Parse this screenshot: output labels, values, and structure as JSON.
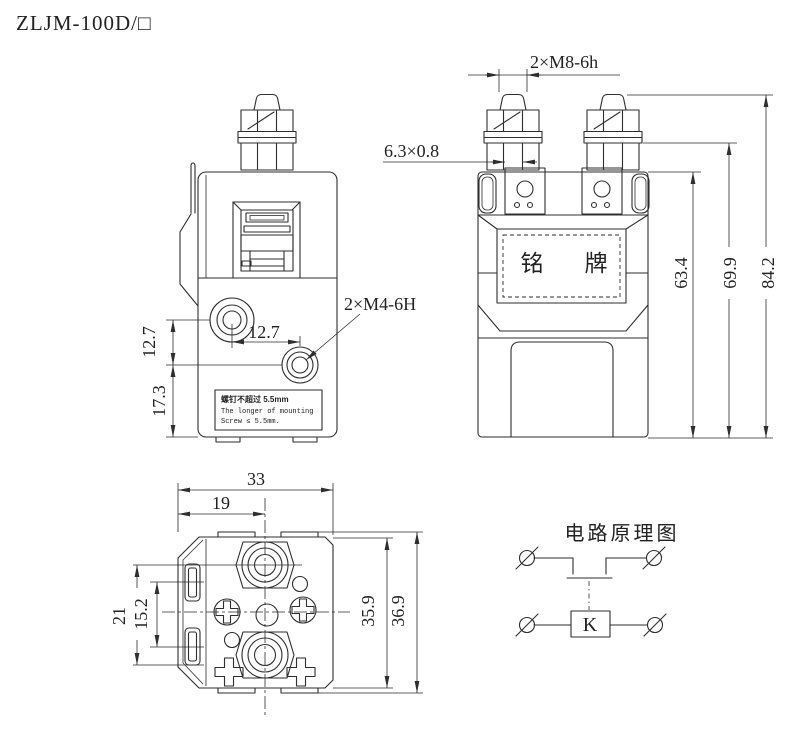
{
  "page": {
    "title": "ZLJM-100D/□"
  },
  "colors": {
    "ink": "#2e2e2e",
    "background": "#ffffff"
  },
  "front_view": {
    "thread_note": "2×M4-6H",
    "mounting_note": {
      "line1": "螺钉不超过 5.5mm",
      "line2": "The longer of mounting",
      "line3": "Screw ≤ 5.5mm."
    },
    "dims": {
      "hole_spacing_h": "12.7",
      "hole_offset_v": "12.7",
      "hole_to_bottom": "17.3"
    }
  },
  "side_view": {
    "stud_label": "2×M8-6h",
    "terminal_label": "6.3×0.8",
    "nameplate_left": "铭",
    "nameplate_right": "牌",
    "dims": {
      "body_height": "63.4",
      "washer_height": "69.9",
      "total_height": "84.2"
    }
  },
  "bottom_view": {
    "dims": {
      "width": "33",
      "center_offset": "19",
      "slot_span": "21",
      "slot_pitch": "15.2",
      "depth": "35.9",
      "total_depth": "36.9"
    }
  },
  "circuit": {
    "title": "电路原理图",
    "coil_label": "K"
  }
}
